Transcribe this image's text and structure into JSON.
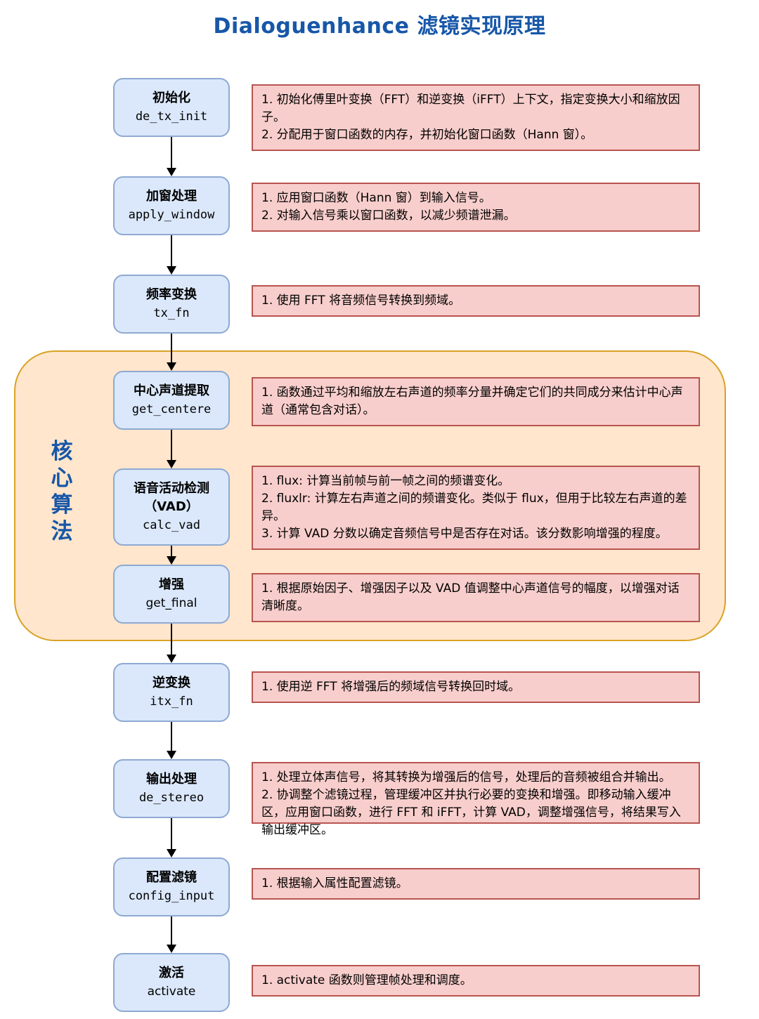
{
  "title": "Dialoguenhance 滤镜实现原理",
  "core_label": "核心算法",
  "steps": [
    {
      "title": "初始化",
      "code": "de_tx_init",
      "desc": [
        "1. 初始化傅里叶变换（FFT）和逆变换（iFFT）上下文，指定变换大小和缩放因子。",
        "2. 分配用于窗口函数的内存，并初始化窗口函数（Hann 窗）。"
      ]
    },
    {
      "title": "加窗处理",
      "code": "apply_window",
      "desc": [
        "1. 应用窗口函数（Hann 窗）到输入信号。",
        "2. 对输入信号乘以窗口函数，以减少频谱泄漏。"
      ]
    },
    {
      "title": "频率变换",
      "code": "tx_fn",
      "desc": [
        "1. 使用 FFT 将音频信号转换到频域。"
      ]
    },
    {
      "title": "中心声道提取",
      "code": "get_centere",
      "desc": [
        "1. 函数通过平均和缩放左右声道的频率分量并确定它们的共同成分来估计中心声道（通常包含对话）。"
      ]
    },
    {
      "title": "语音活动检测",
      "title2": "（VAD）",
      "code": "calc_vad",
      "desc": [
        "1. flux: 计算当前帧与前一帧之间的频谱变化。",
        "2. fluxlr: 计算左右声道之间的频谱变化。类似于 flux，但用于比较左右声道的差异。",
        "3. 计算 VAD 分数以确定音频信号中是否存在对话。该分数影响增强的程度。"
      ]
    },
    {
      "title": "增强",
      "code": "get_final",
      "desc": [
        "1. 根据原始因子、增强因子以及 VAD 值调整中心声道信号的幅度，以增强对话清晰度。"
      ]
    },
    {
      "title": "逆变换",
      "code": "itx_fn",
      "desc": [
        "1. 使用逆 FFT 将增强后的频域信号转换回时域。"
      ]
    },
    {
      "title": "输出处理",
      "code": "de_stereo",
      "desc": [
        "1. 处理立体声信号，将其转换为增强后的信号，处理后的音频被组合并输出。",
        "2. 协调整个滤镜过程，管理缓冲区并执行必要的变换和增强。即移动输入缓冲区，应用窗口函数，进行 FFT 和 iFFT，计算 VAD，调整增强信号，将结果写入输出缓冲区。"
      ]
    },
    {
      "title": "配置滤镜",
      "code": "config_input",
      "desc": [
        "1. 根据输入属性配置滤镜。"
      ]
    },
    {
      "title": "激活",
      "code": "activate",
      "desc": [
        "1. activate 函数则管理帧处理和调度。"
      ]
    }
  ],
  "colors": {
    "accent_blue": "#1757a8",
    "node_fill": "#dbe8fb",
    "node_border": "#8ea9d2",
    "desc_fill": "#f8cecc",
    "desc_border": "#b85450",
    "container_fill": "#ffe6cc",
    "container_border": "#d9a226",
    "arrow": "#000000",
    "text": "#000000"
  }
}
